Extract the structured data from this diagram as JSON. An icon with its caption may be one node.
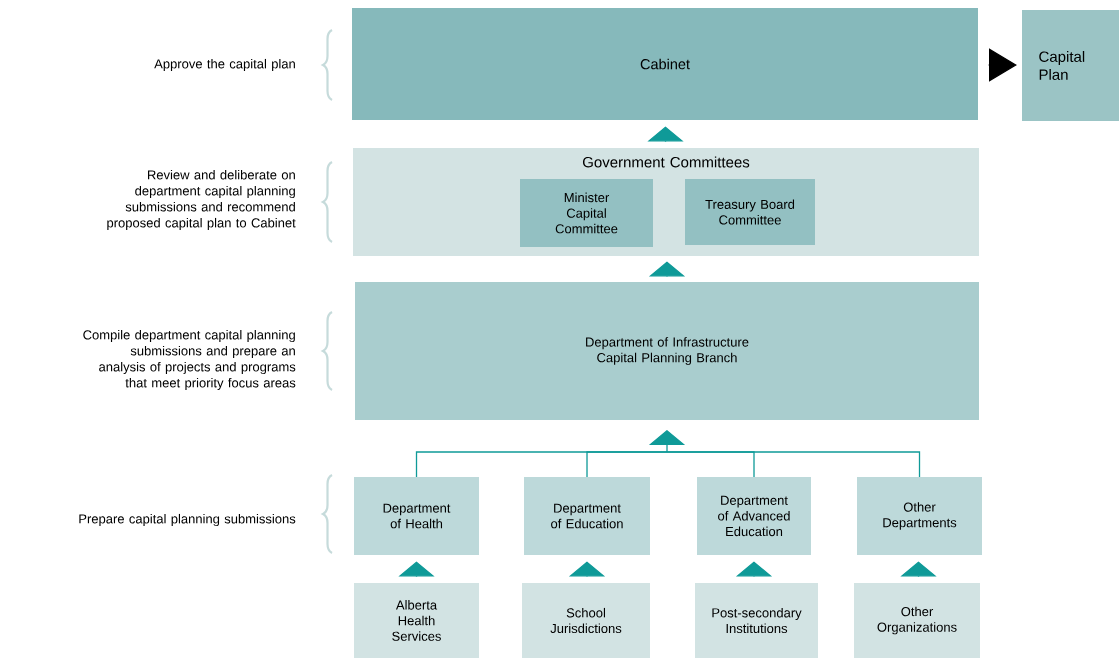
{
  "diagram": {
    "nodes": [
      {
        "text": [
          "Cabinet"
        ]
      },
      {
        "text": [
          "Capital Plan"
        ]
      },
      {
        "text": [
          "Government Committees"
        ]
      },
      {
        "text": [
          "Minister Capital Committee"
        ],
        "in": 2
      },
      {
        "text": [
          "Treasury Board Committee"
        ],
        "in": 2
      },
      {
        "text": [
          "Department of Infrastructure Capital Planning Branch"
        ]
      },
      {
        "text": [
          "Department of Health"
        ]
      },
      {
        "text": [
          "Department of Education"
        ]
      },
      {
        "text": [
          "Department of Advanced Education"
        ]
      },
      {
        "text": [
          "Other Departments"
        ]
      },
      {
        "text": [
          "Alberta Health Services"
        ]
      },
      {
        "text": [
          "School Jurisdictions"
        ]
      },
      {
        "text": [
          "Post-secondary Institutions"
        ]
      },
      {
        "text": [
          "Other Organizations"
        ]
      }
    ],
    "edges": [
      {
        "from": 0,
        "to": 1,
        "arrow": "to",
        "color": "#000000"
      },
      {
        "from": 2,
        "to": 0,
        "arrow": "to"
      },
      {
        "from": 5,
        "to": 2,
        "arrow": "to"
      },
      {
        "from": 6,
        "to": 5,
        "arrow": "to"
      },
      {
        "from": 7,
        "to": 5,
        "arrow": "to"
      },
      {
        "from": 8,
        "to": 5,
        "arrow": "to"
      },
      {
        "from": 9,
        "to": 5,
        "arrow": "to"
      },
      {
        "from": 10,
        "to": 6,
        "arrow": "to"
      },
      {
        "from": 11,
        "to": 7,
        "arrow": "to"
      },
      {
        "from": 12,
        "to": 8,
        "arrow": "to"
      },
      {
        "from": 13,
        "to": 9,
        "arrow": "to"
      }
    ],
    "labels": [
      "Approve the capital plan",
      "Review and deliberate on department capital planning submissions and recommend proposed capital plan to Cabinet",
      "Compile department capital planning submissions and prepare an analysis of projects and programs that meet priority focus areas",
      "Prepare capital planning submissions"
    ]
  }
}
